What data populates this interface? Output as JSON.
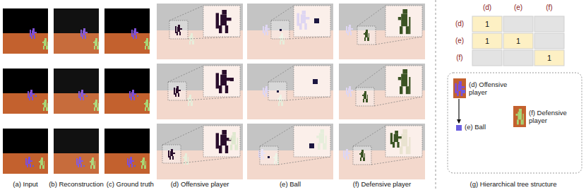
{
  "diagram": {
    "nodes": [
      {
        "text": [
          "(d) Offensive player"
        ]
      },
      {
        "text": [
          "(e) Ball"
        ]
      },
      {
        "text": [
          "(f) Defensive player"
        ]
      }
    ],
    "edges": [
      {
        "from": 0,
        "to": 1,
        "arrow": "to"
      }
    ],
    "labels": [
      "(a) Input",
      "(b) Reconstruction",
      "(c) Ground truth",
      "(d) Offensive player",
      "(e) Ball",
      "(f) Defensive player",
      "(d)",
      "(e)",
      "(f)",
      "(d)",
      "(e)",
      "(f)",
      "1",
      "1",
      "1",
      "1",
      "(g) Hierarchical tree structure"
    ]
  }
}
